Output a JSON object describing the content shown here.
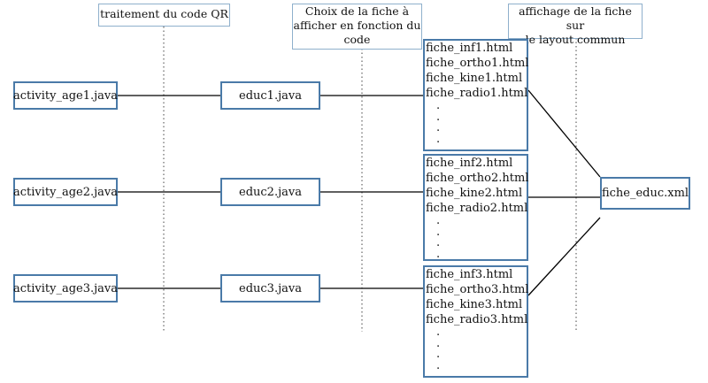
{
  "headers": {
    "qr": [
      "traitement du code QR"
    ],
    "choice": [
      "Choix de la  fiche à",
      "afficher en fonction du",
      "code"
    ],
    "display": [
      "affichage de la fiche sur",
      "le layout commun"
    ]
  },
  "activities": [
    "activity_age1.java",
    "activity_age2.java",
    "activity_age3.java"
  ],
  "educs": [
    "educ1.java",
    "educ2.java",
    "educ3.java"
  ],
  "fiche_groups": [
    {
      "files": [
        "fiche_inf1.html",
        "fiche_ortho1.html",
        "fiche_kine1.html",
        "fiche_radio1.html"
      ],
      "dots": [
        ".",
        ".",
        ".",
        "."
      ]
    },
    {
      "files": [
        "fiche_inf2.html",
        "fiche_ortho2.html",
        "fiche_kine2.html",
        "fiche_radio2.html"
      ],
      "dots": [
        ".",
        ".",
        ".",
        "."
      ]
    },
    {
      "files": [
        "fiche_inf3.html",
        "fiche_ortho3.html",
        "fiche_kine3.html",
        "fiche_radio3.html"
      ],
      "dots": [
        ".",
        ".",
        ".",
        "."
      ]
    }
  ],
  "layout_file": "fiche_educ.xml",
  "colors": {
    "box_border": "#4a7aa8",
    "header_border": "#8fb0cc",
    "line": "#000000"
  }
}
